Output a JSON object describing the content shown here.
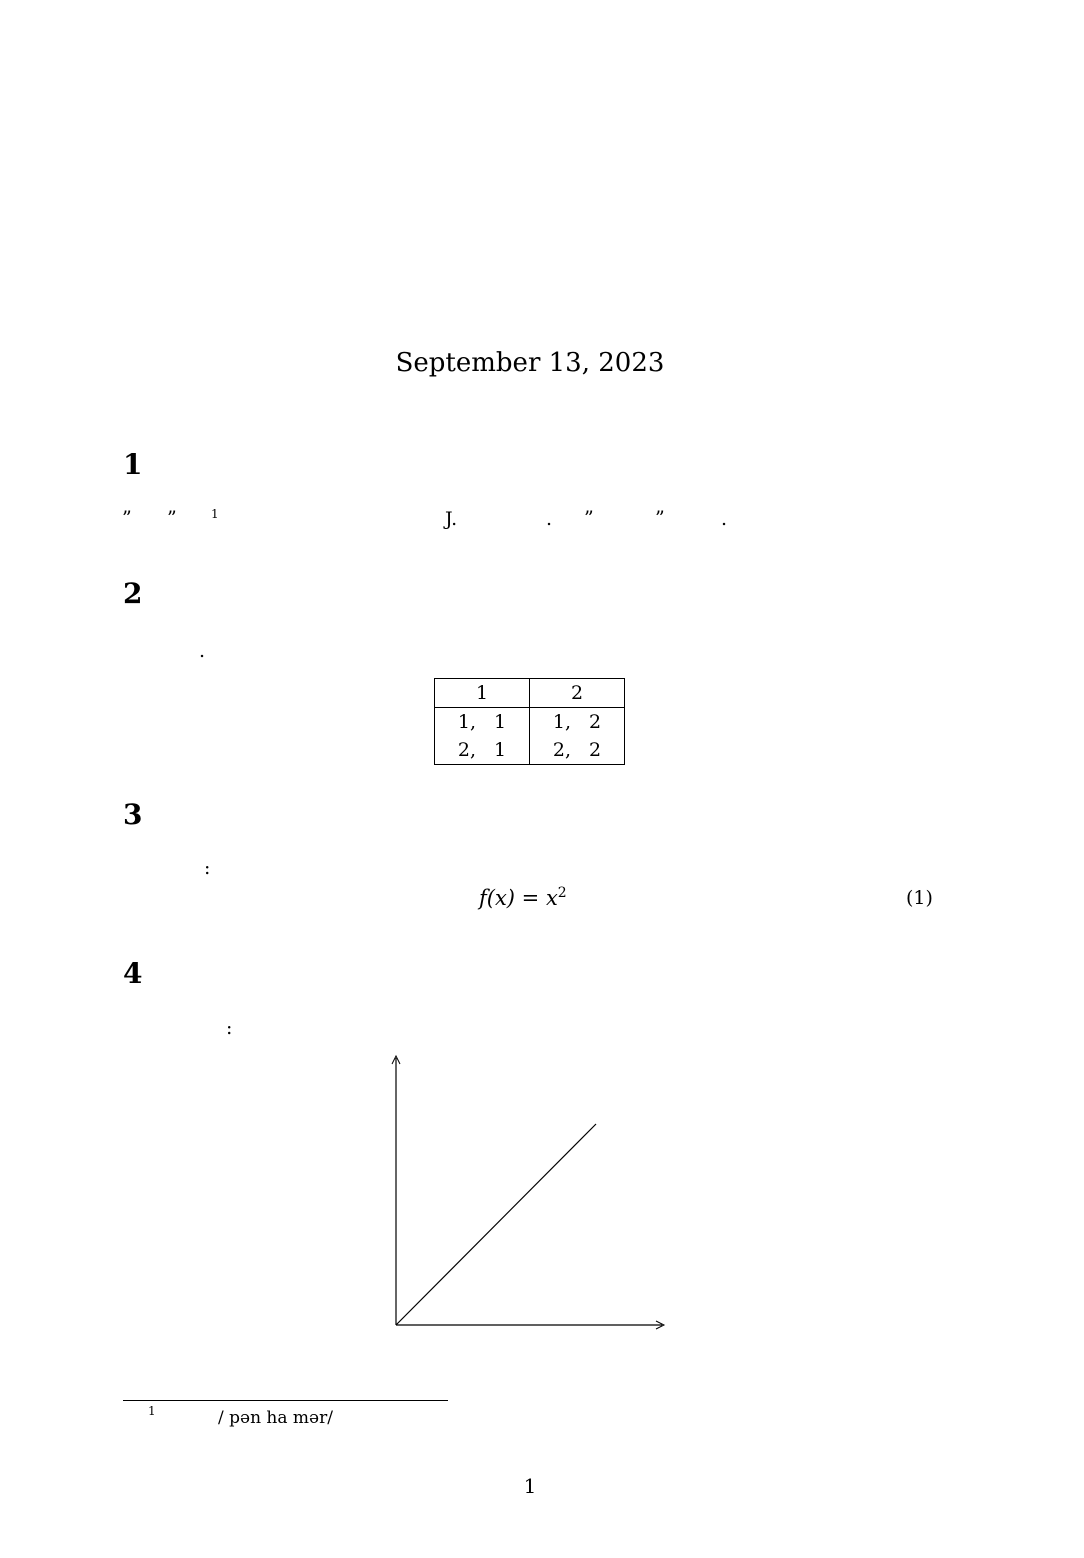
{
  "date": "September 13, 2023",
  "sections": [
    {
      "number": "1"
    },
    {
      "number": "2"
    },
    {
      "number": "3"
    },
    {
      "number": "4"
    }
  ],
  "sec1_line": {
    "q1": "”",
    "q2": "”",
    "fn": "1",
    "initial": "J.",
    "dot1": ".",
    "q3": "”",
    "q4": "”",
    "dot2": "."
  },
  "sec2_line": ".",
  "table": {
    "header": [
      "1",
      "2"
    ],
    "rows": [
      [
        [
          "1,",
          "1"
        ],
        [
          "1,",
          "2"
        ]
      ],
      [
        [
          "2,",
          "1"
        ],
        [
          "2,",
          "2"
        ]
      ]
    ]
  },
  "sec3_colon": ":",
  "equation": {
    "lhs": "f(x) = x",
    "exp": "2",
    "number": "(1)"
  },
  "sec4_colon": ":",
  "footnote": {
    "mark": "1",
    "text": "/  pən ha mər/"
  },
  "page_number": "1"
}
